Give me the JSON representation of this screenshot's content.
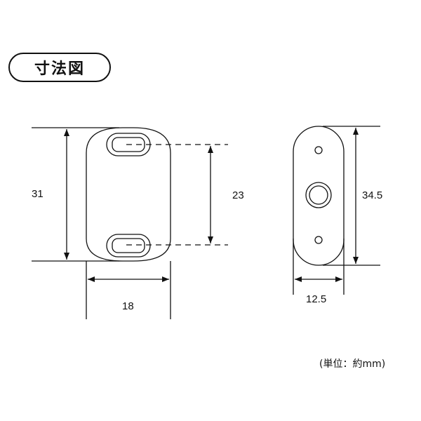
{
  "title": "寸法図",
  "dimensions": {
    "front_height": "31",
    "hole_pitch": "23",
    "front_width": "18",
    "side_height": "34.5",
    "side_width": "12.5"
  },
  "unit_note": "(単位：約mm)"
}
